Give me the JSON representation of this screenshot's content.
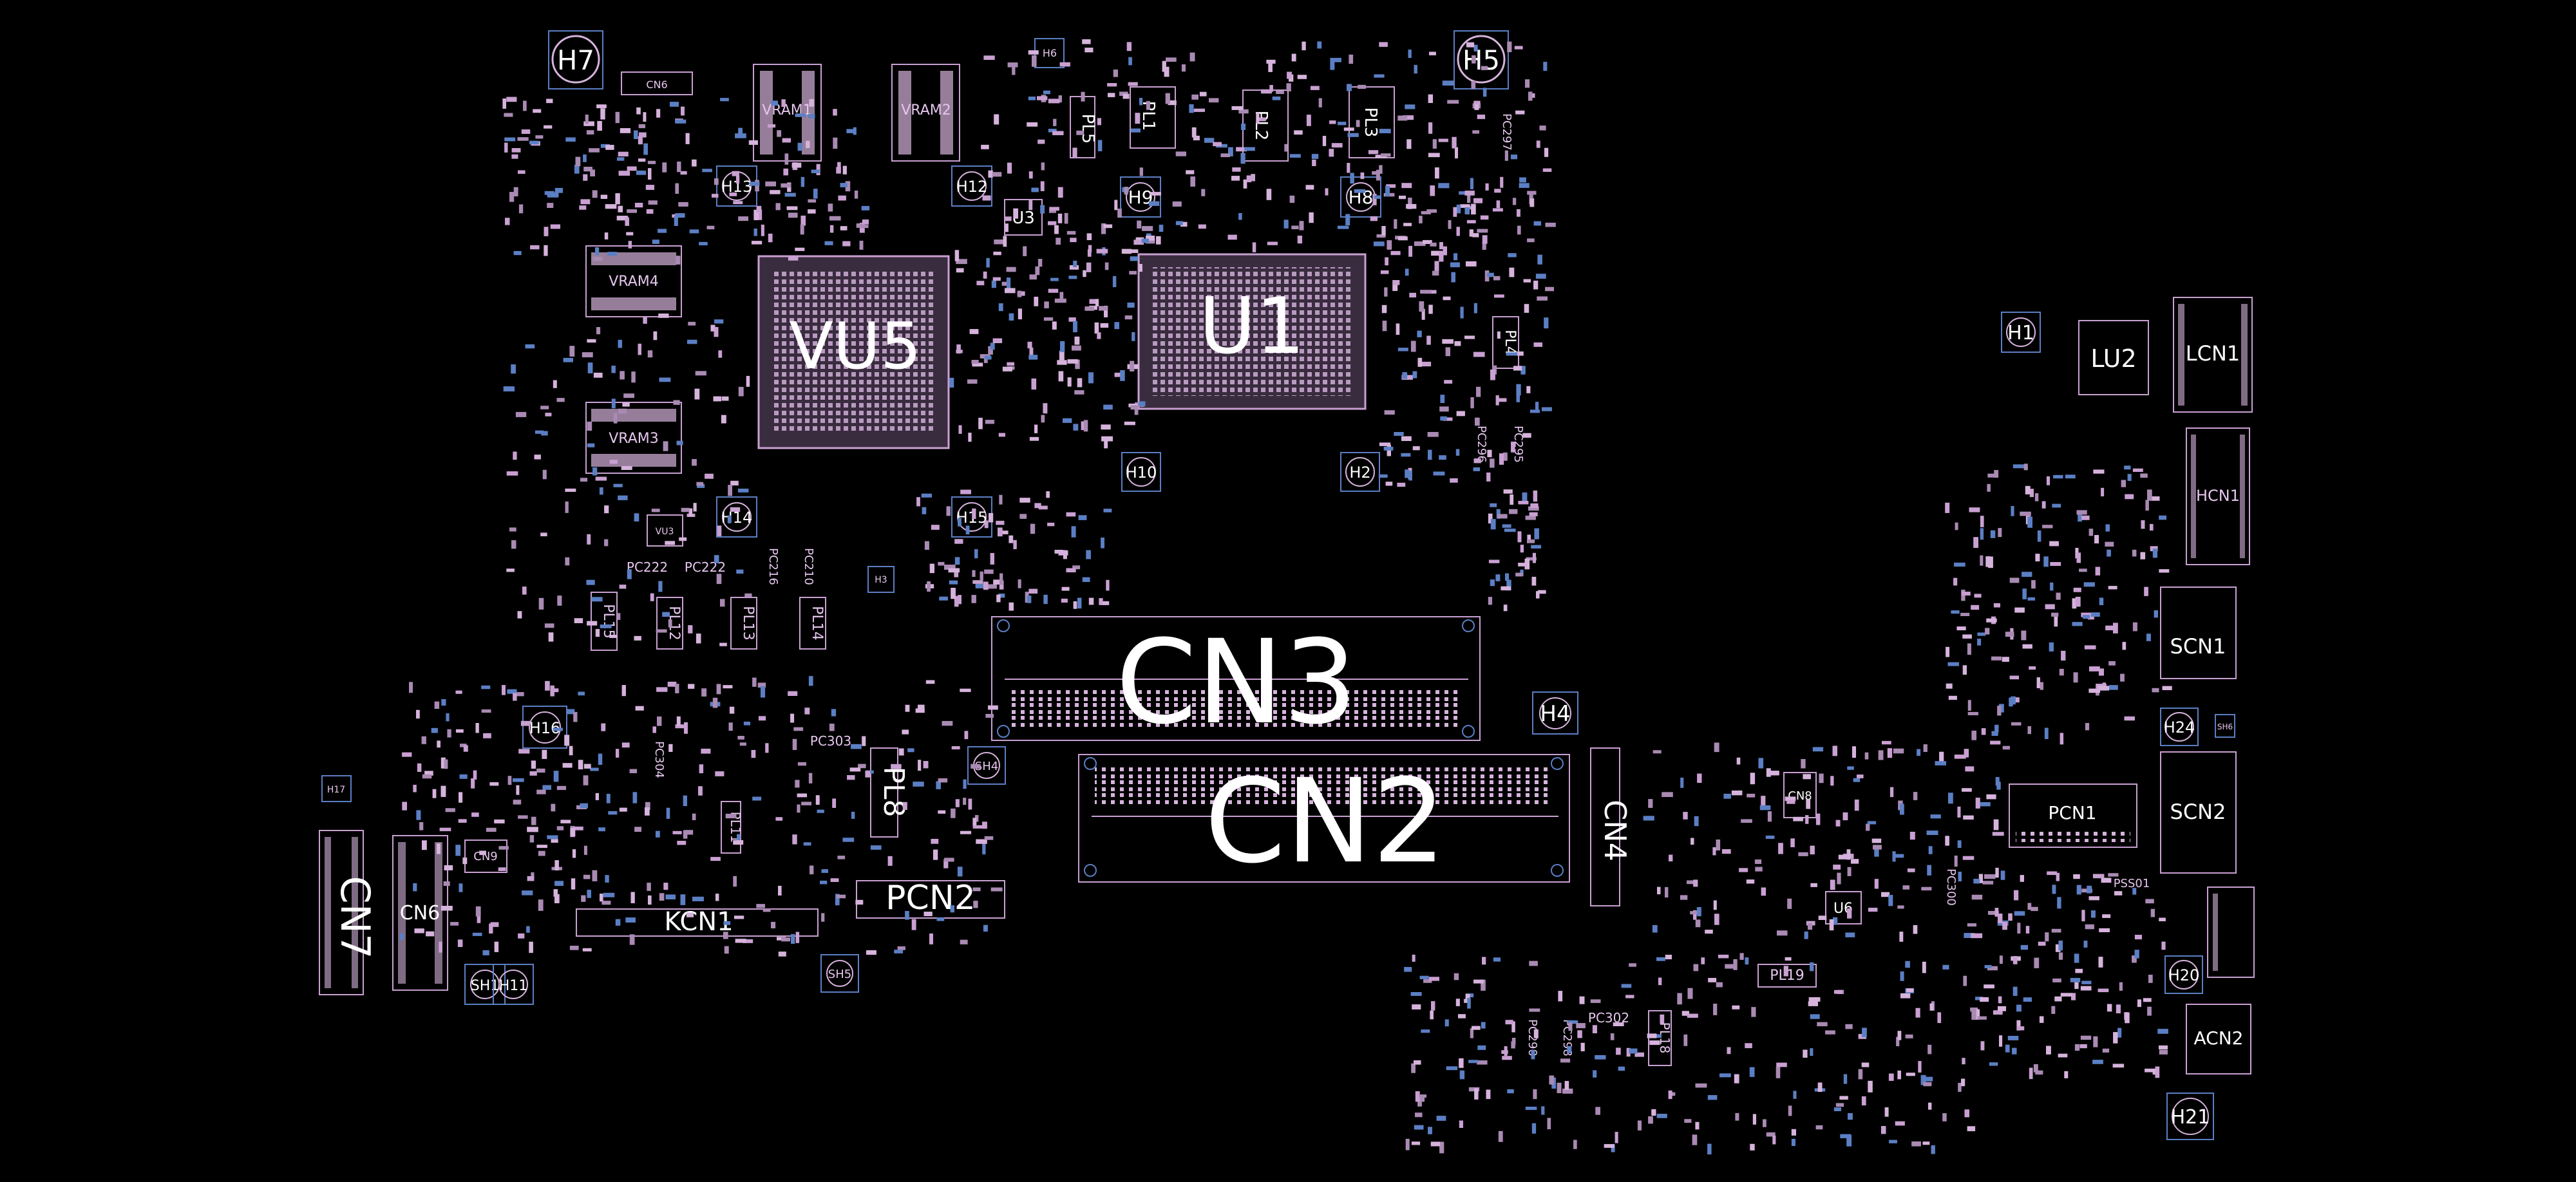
{
  "board": {
    "background": "#000000",
    "silkscreen_color": "#e6c6ee",
    "outline_color": "#c9a0d2",
    "hole_color": "#5b7fc4",
    "text_color": "#ffffff"
  },
  "major_components": {
    "vu5": "VU5",
    "u1": "U1",
    "cn3": "CN3",
    "cn2": "CN2",
    "cn4": "CN4",
    "cn7": "CN7",
    "cn6_left": "CN6",
    "kcn1": "KCN1",
    "pcn2": "PCN2",
    "pcn1": "PCN1",
    "lcn1": "LCN1",
    "lu2": "LU2",
    "hcn1": "HCN1",
    "scn1": "SCN1",
    "scn2": "SCN2",
    "acn2": "ACN2",
    "vram1": "VRAM1",
    "vram2": "VRAM2",
    "vram3": "VRAM3",
    "vram4": "VRAM4",
    "u3": "U3",
    "u6": "U6",
    "cn8": "CN8",
    "cn9": "CN9",
    "cn6_top": "CN6",
    "vu3": "VU3"
  },
  "mounting_holes": {
    "h1": "H1",
    "h2": "H2",
    "h3": "H3",
    "h4": "H4",
    "h5": "H5",
    "h6": "H6",
    "h7": "H7",
    "h8": "H8",
    "h9": "H9",
    "h10": "H10",
    "h11": "H11",
    "h12": "H12",
    "h13": "H13",
    "h14": "H14",
    "h15": "H15",
    "h16": "H16",
    "h17": "H17",
    "h20": "H20",
    "h21": "H21",
    "h24": "H24",
    "sh1": "SH1",
    "sh4": "SH4",
    "sh5": "SH5",
    "sh6": "SH6"
  },
  "inductors": {
    "pl1": "PL1",
    "pl2": "PL2",
    "pl3": "PL3",
    "pl4": "PL4",
    "pl5": "PL5",
    "pl8": "PL8",
    "pl11": "PL11",
    "pl12": "PL12",
    "pl13": "PL13",
    "pl14": "PL14",
    "pl15": "PL15",
    "pl18": "PL18",
    "pl19": "PL19"
  },
  "capacitors": {
    "pc222a": "PC222",
    "pc222b": "PC222",
    "pc216": "PC216",
    "pc210": "PC210",
    "pc303": "PC303",
    "pc304": "PC304",
    "pc296": "PC296",
    "pc295": "PC295",
    "pc297": "PC297",
    "pc300": "PC300",
    "pc302": "PC302",
    "pc290": "PC290",
    "pc298": "PC298",
    "pss01": "PSS01"
  }
}
